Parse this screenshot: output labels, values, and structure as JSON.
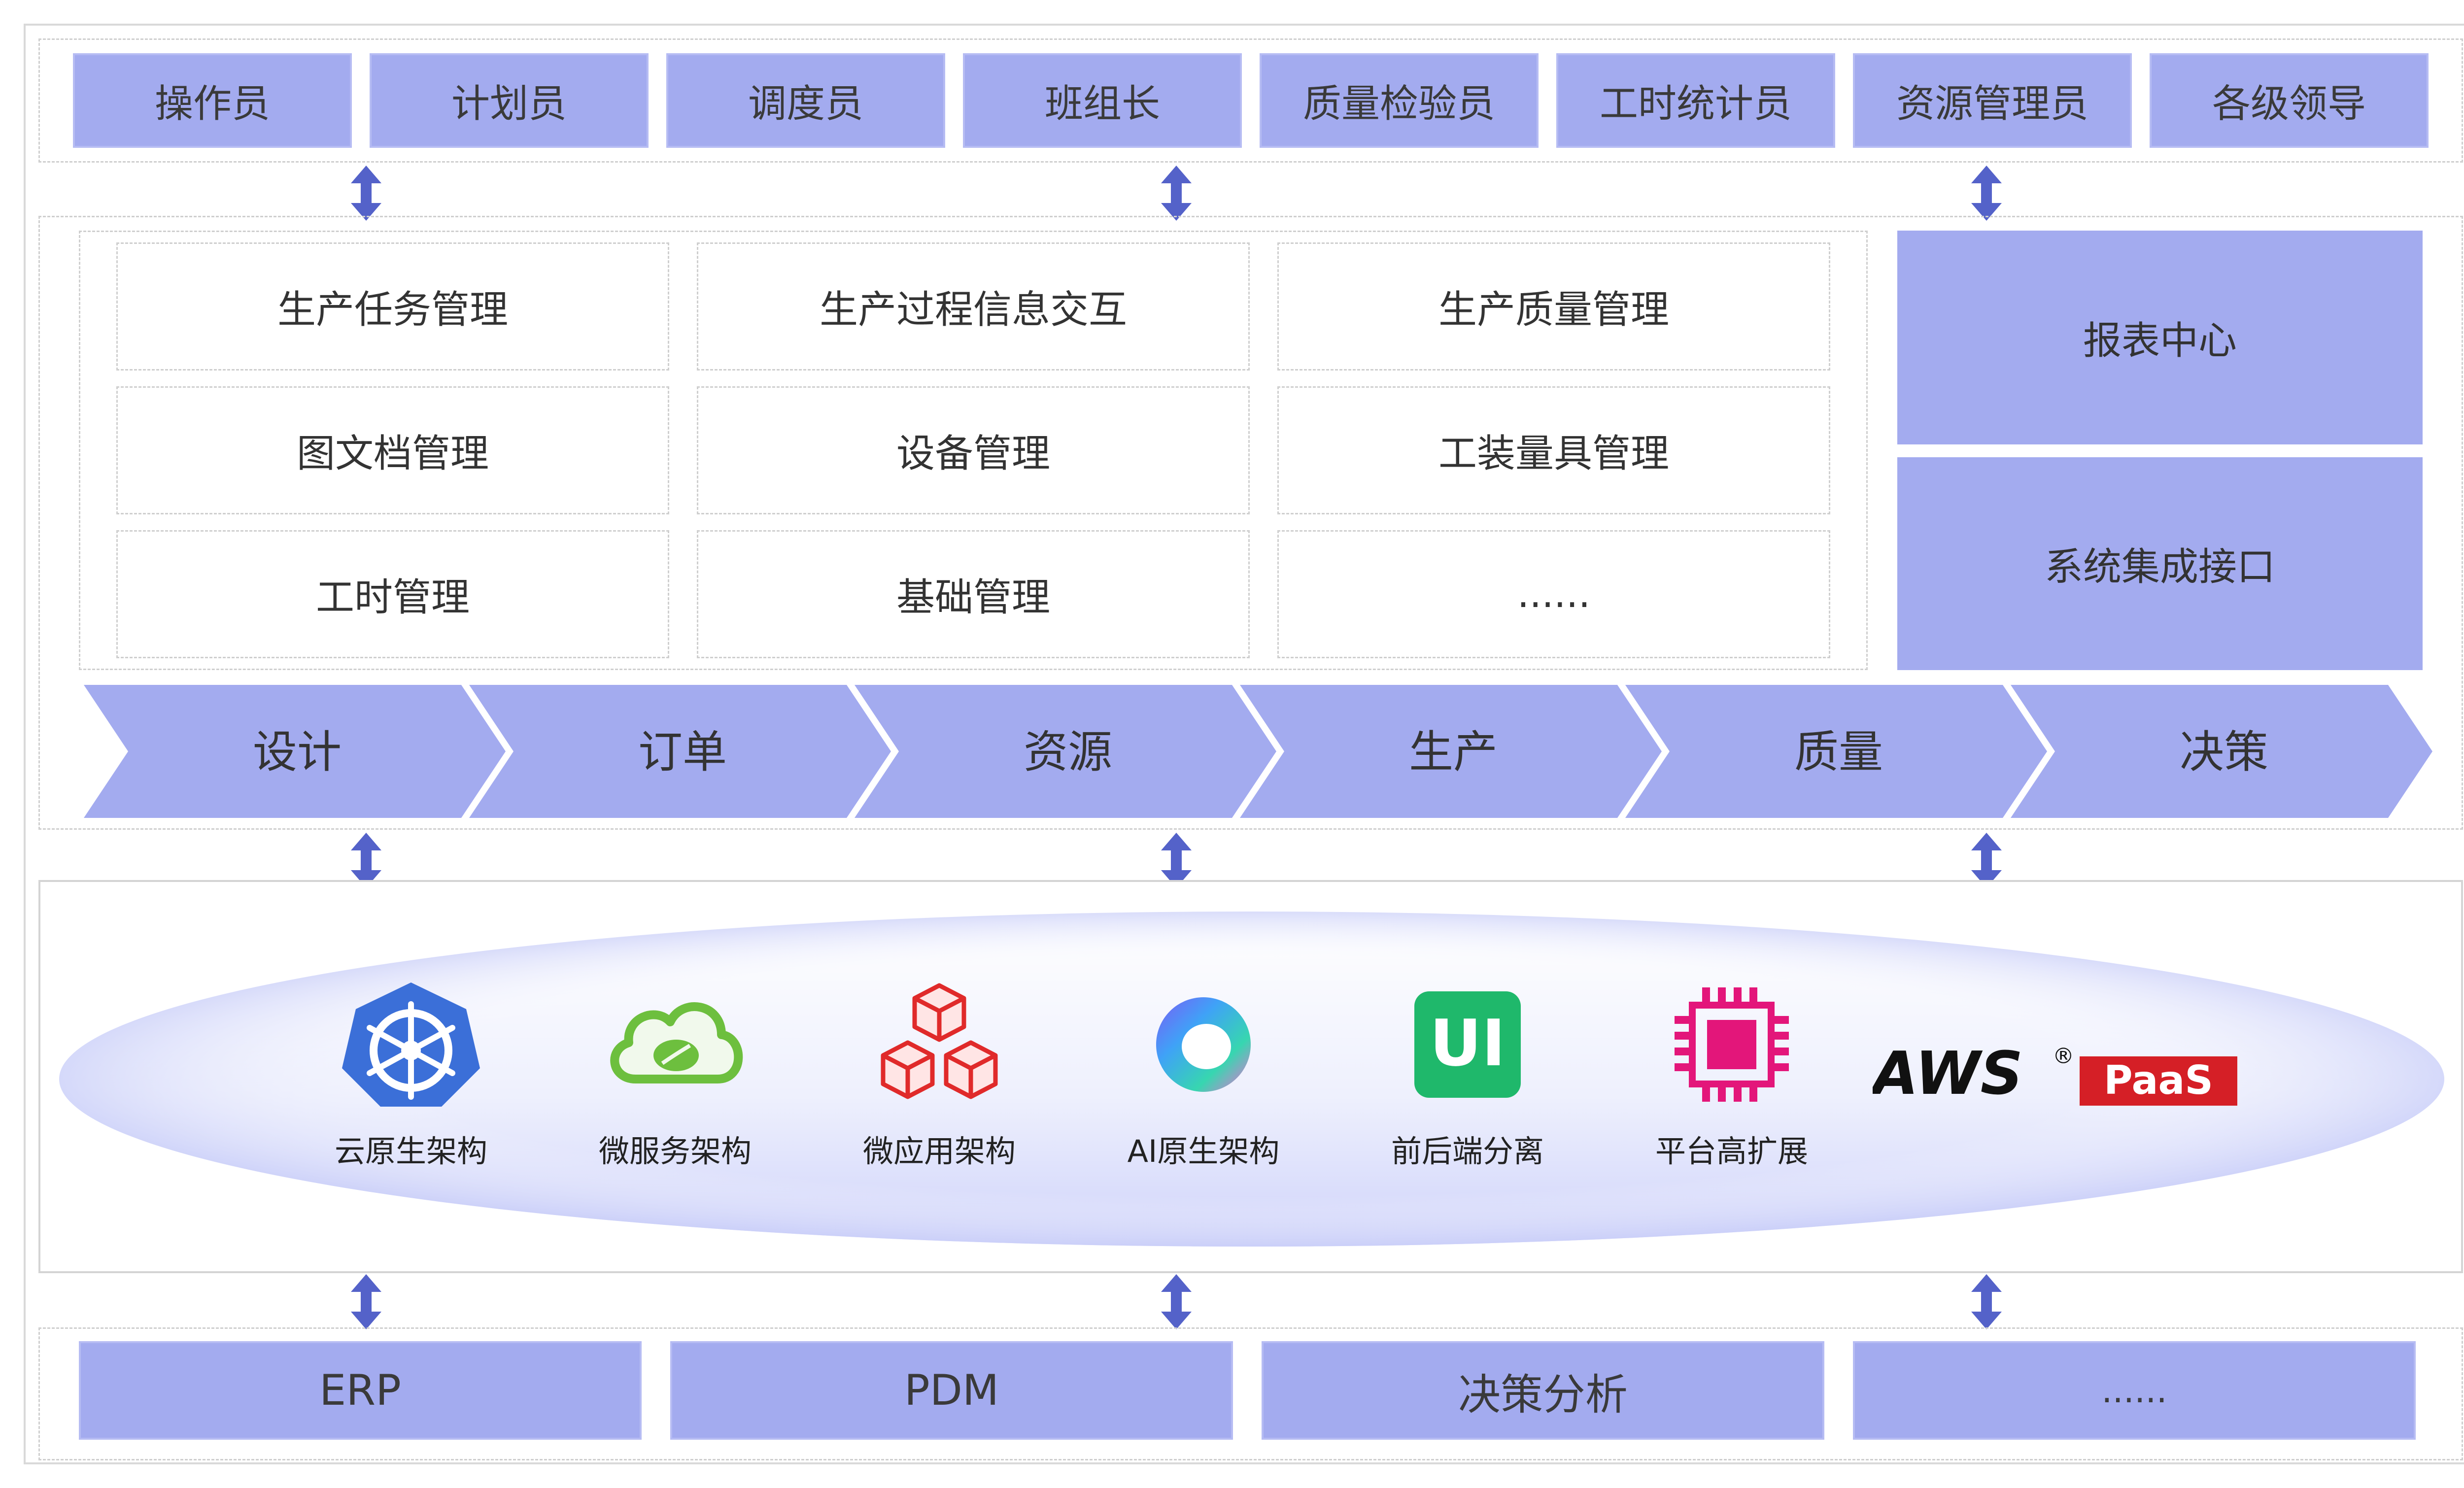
{
  "roles": [
    "操作员",
    "计划员",
    "调度员",
    "班组长",
    "质量检验员",
    "工时统计员",
    "资源管理员",
    "各级领导"
  ],
  "modules": [
    "生产任务管理",
    "生产过程信息交互",
    "生产质量管理",
    "图文档管理",
    "设备管理",
    "工装量具管理",
    "工时管理",
    "基础管理",
    "......"
  ],
  "side": {
    "report": "报表中心",
    "integration": "系统集成接口"
  },
  "process": [
    "设计",
    "订单",
    "资源",
    "生产",
    "质量",
    "决策"
  ],
  "tech": [
    "云原生架构",
    "微服务架构",
    "微应用架构",
    "AI原生架构",
    "前后端分离",
    "平台高扩展"
  ],
  "brand": {
    "aws": "AWS",
    "reg": "®",
    "paas": "PaaS",
    "ui": "UI"
  },
  "systems": [
    "ERP",
    "PDM",
    "决策分析",
    "......"
  ],
  "colors": {
    "box": "#a3abef",
    "arrow": "#5462c9",
    "aws_red": "#d51f26"
  },
  "icons": [
    "kubernetes-icon",
    "spring-cloud-icon",
    "cubes-icon",
    "ai-ring-icon",
    "ui-icon",
    "chip-icon"
  ]
}
